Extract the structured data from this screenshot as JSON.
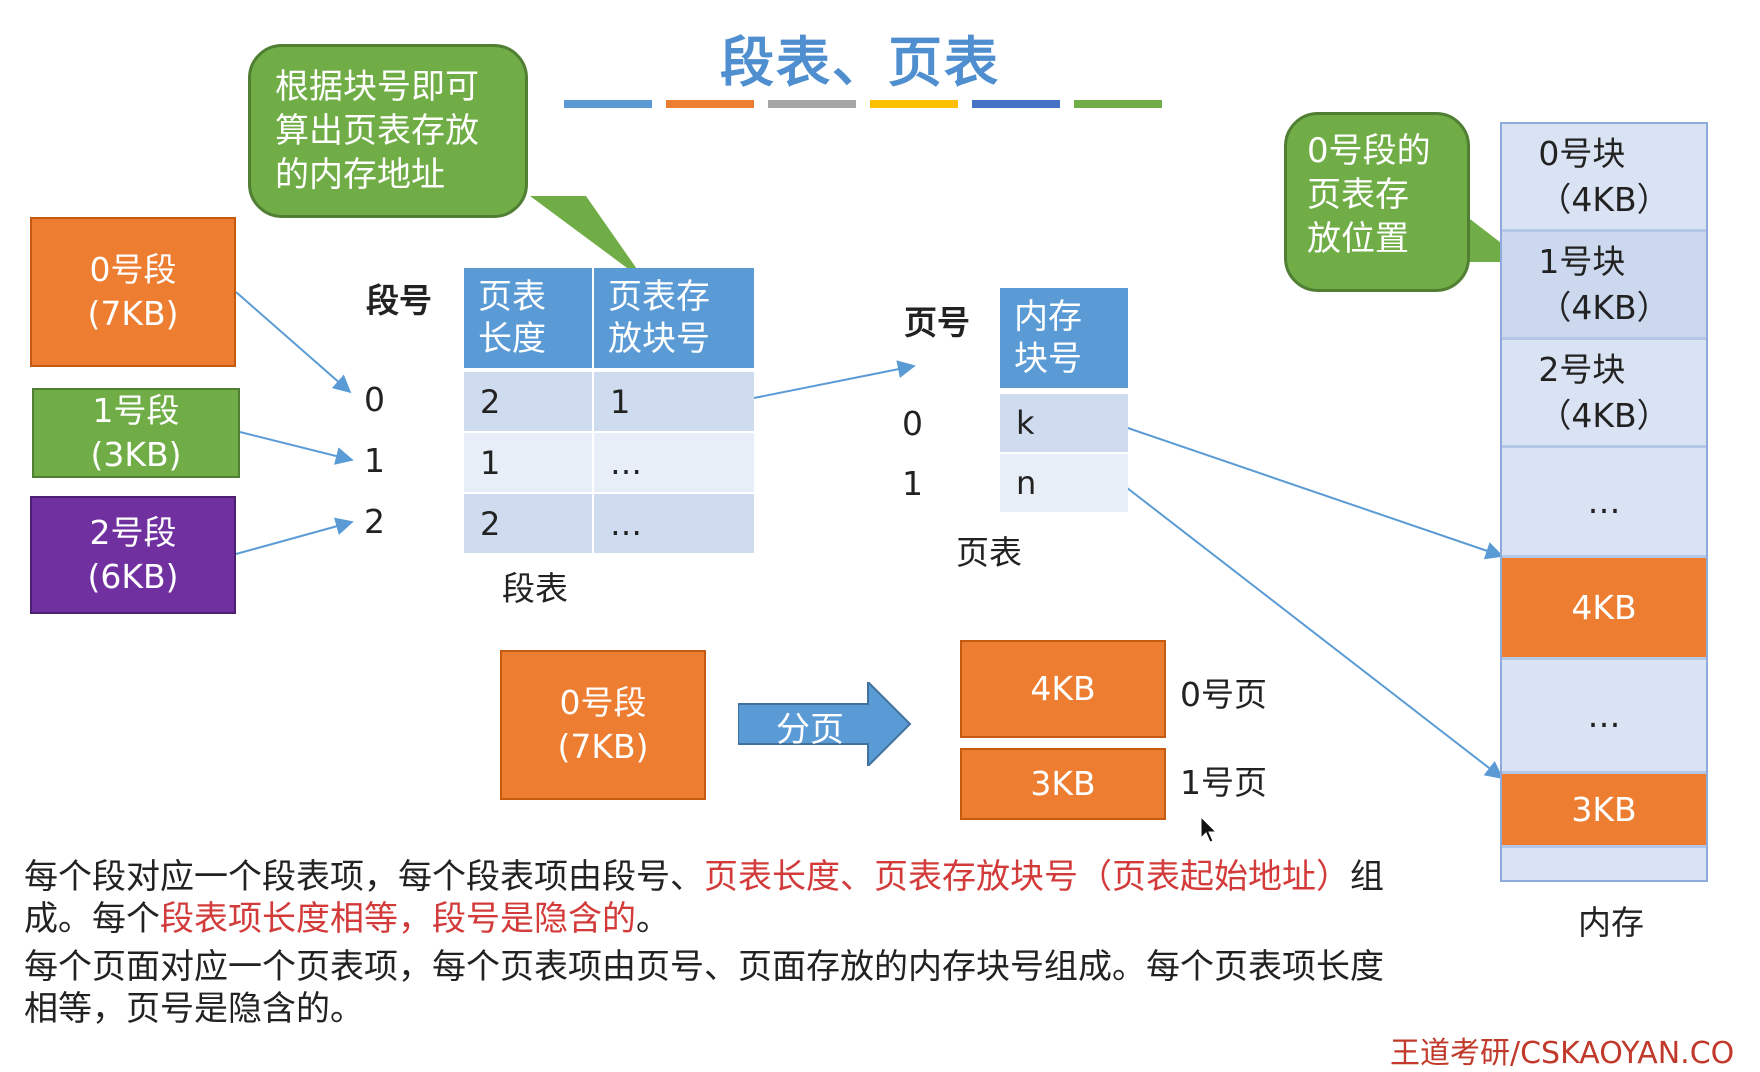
{
  "title": "段表、页表",
  "colors": {
    "accent_blue": "#5b9bd5",
    "orange": "#ed7d31",
    "green": "#70ad47",
    "purple": "#7030a0",
    "light_blue": "#dae3f3",
    "red_text": "#d33b3b"
  },
  "color_bar": [
    "#5b9bd5",
    "#ed7d31",
    "#a5a5a5",
    "#ffc000",
    "#4472c4",
    "#70ad47"
  ],
  "segments": [
    {
      "name": "0号段",
      "size": "(7KB)"
    },
    {
      "name": "1号段",
      "size": "(3KB)"
    },
    {
      "name": "2号段",
      "size": "(6KB)"
    }
  ],
  "segment_table": {
    "index_header": "段号",
    "col1_header": "页表\n长度",
    "col2_header": "页表存\n放块号",
    "indices": [
      "0",
      "1",
      "2"
    ],
    "rows": [
      [
        "2",
        "1"
      ],
      [
        "1",
        "…"
      ],
      [
        "2",
        "…"
      ]
    ],
    "caption": "段表"
  },
  "page_table": {
    "index_header": "页号",
    "col_header": "内存\n块号",
    "indices": [
      "0",
      "1"
    ],
    "rows": [
      "k",
      "n"
    ],
    "caption": "页表"
  },
  "callout_left": "根据块号即可\n算出页表存放\n的内存地址",
  "callout_right": "0号段的\n页表存\n放位置",
  "paging_example": {
    "segment": "0号段\n(7KB)",
    "arrow_label": "分页",
    "pages": [
      {
        "size": "4KB",
        "label": "0号页"
      },
      {
        "size": "3KB",
        "label": "1号页"
      }
    ]
  },
  "memory": {
    "blocks": [
      {
        "text": "0号块\n（4KB）"
      },
      {
        "text": "1号块\n（4KB）"
      },
      {
        "text": "2号块\n（4KB）"
      },
      {
        "text": "…"
      },
      {
        "text": "4KB"
      },
      {
        "text": "…"
      },
      {
        "text": "3KB"
      },
      {
        "text": ""
      }
    ],
    "caption": "内存"
  },
  "text": {
    "p1_a": "每个段对应一个段表项，每个段表项由段号、",
    "p1_b": "页表长度、页表存放块号（页表起始地址）",
    "p1_c": "组成。每个",
    "p1_d": "段表项长度相等，段号是隐含的",
    "p1_e": "。",
    "p2": "每个页面对应一个页表项，每个页表项由页号、页面存放的内存块号组成。每个页表项长度相等，页号是隐含的。"
  },
  "watermark": "王道考研/CSKAOYAN.CO"
}
